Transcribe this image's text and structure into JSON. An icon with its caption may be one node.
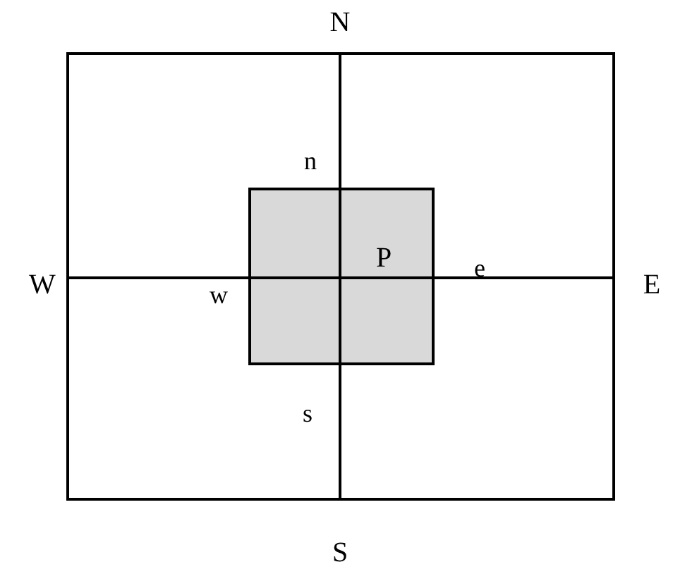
{
  "diagram": {
    "nodes": [
      {
        "text": [
          "P"
        ]
      }
    ],
    "edges": [],
    "labels": [
      "N",
      "n",
      "W",
      "w",
      "e",
      "E",
      "s",
      "S"
    ]
  }
}
